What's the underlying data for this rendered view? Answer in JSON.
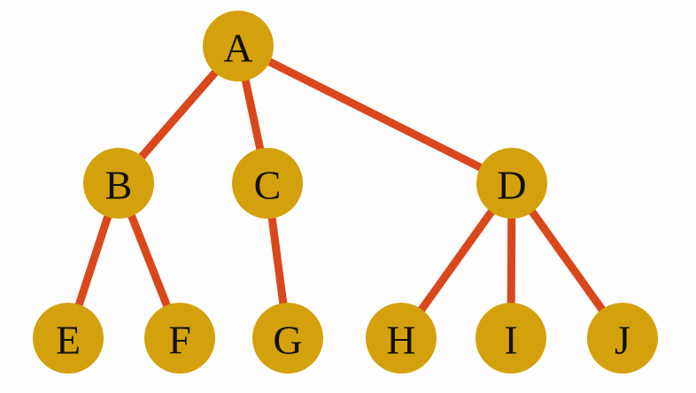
{
  "colors": {
    "node_fill": "#d4a10c",
    "edge": "#d9481c",
    "label": "#111111"
  },
  "tree": {
    "nodes": [
      {
        "id": "A",
        "label": "A"
      },
      {
        "id": "B",
        "label": "B"
      },
      {
        "id": "C",
        "label": "C"
      },
      {
        "id": "D",
        "label": "D"
      },
      {
        "id": "E",
        "label": "E"
      },
      {
        "id": "F",
        "label": "F"
      },
      {
        "id": "G",
        "label": "G"
      },
      {
        "id": "H",
        "label": "H"
      },
      {
        "id": "I",
        "label": "I"
      },
      {
        "id": "J",
        "label": "J"
      }
    ],
    "edges": [
      {
        "from": "A",
        "to": "B"
      },
      {
        "from": "A",
        "to": "C"
      },
      {
        "from": "A",
        "to": "D"
      },
      {
        "from": "B",
        "to": "E"
      },
      {
        "from": "B",
        "to": "F"
      },
      {
        "from": "C",
        "to": "G"
      },
      {
        "from": "D",
        "to": "H"
      },
      {
        "from": "D",
        "to": "I"
      },
      {
        "from": "D",
        "to": "J"
      }
    ]
  }
}
